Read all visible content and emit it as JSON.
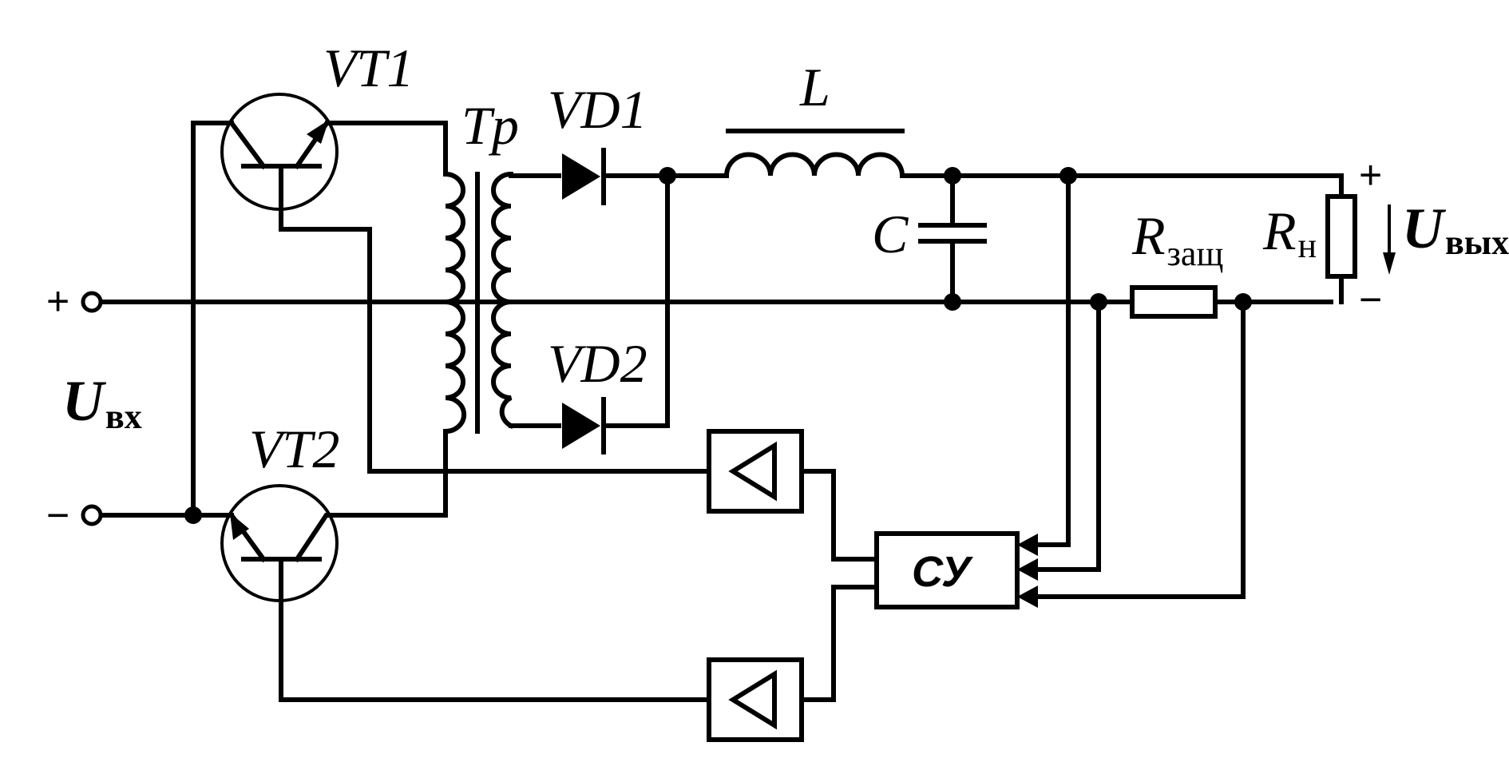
{
  "labels": {
    "vt1": "VT1",
    "vt2": "VT2",
    "tp": "Tp",
    "vd1": "VD1",
    "vd2": "VD2",
    "l": "L",
    "c": "C",
    "r_prot_main": "R",
    "r_prot_sub": "защ",
    "r_load_main": "R",
    "r_load_sub": "н",
    "u_in_main": "U",
    "u_in_sub": "вх",
    "u_out_main": "U",
    "u_out_sub": "вых",
    "control_unit": "СУ",
    "in_plus": "+",
    "in_minus": "−",
    "out_plus": "+",
    "out_minus": "−"
  }
}
